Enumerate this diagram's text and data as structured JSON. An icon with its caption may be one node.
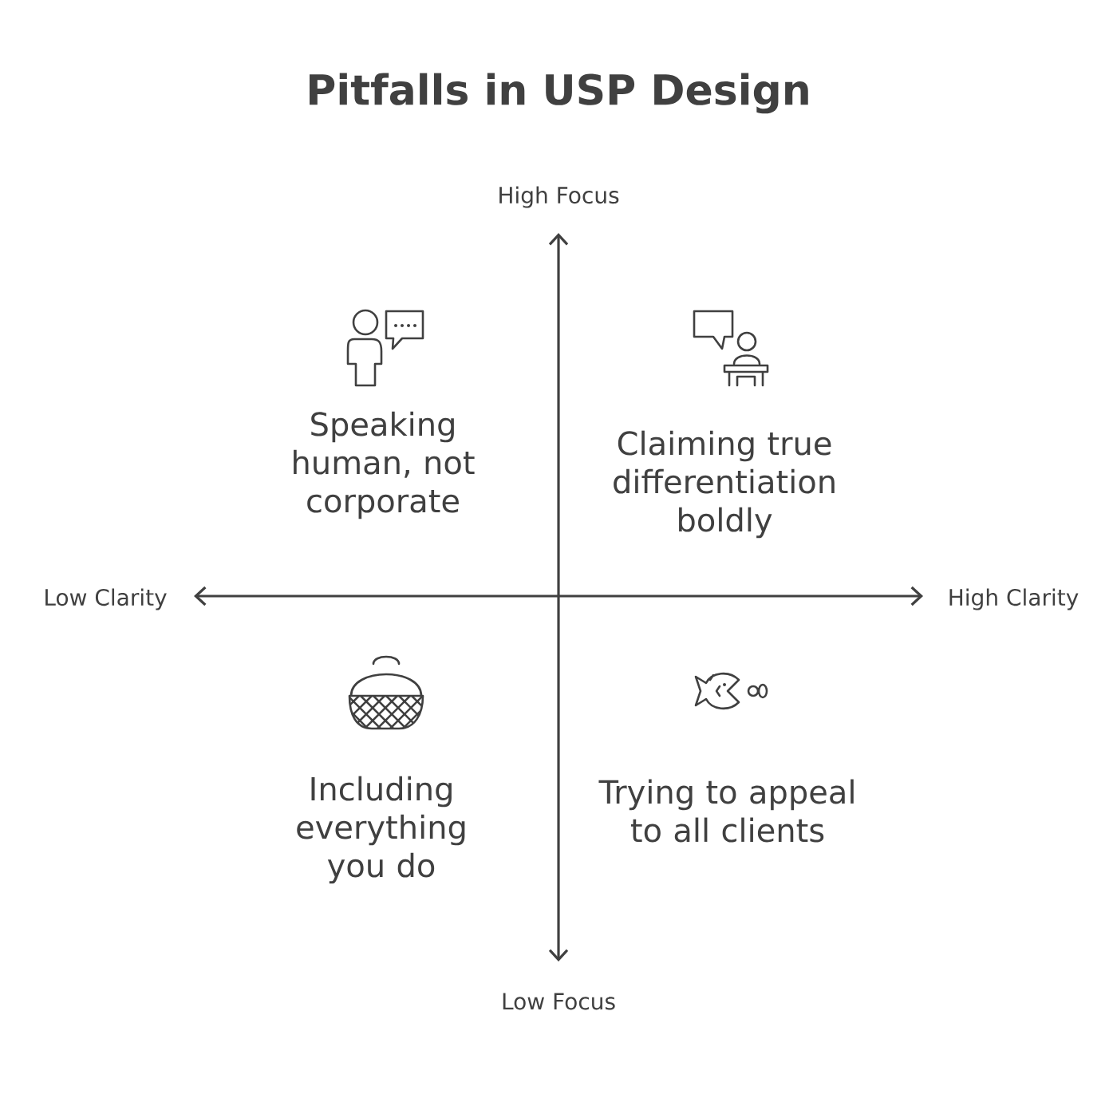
{
  "diagram": {
    "title": "Pitfalls in USP Design",
    "labels": [
      "High Focus",
      "Speaking human, not corporate",
      "Claiming true differentiation boldly",
      "Low Clarity",
      "High Clarity",
      "Including everything you do",
      "Trying to appeal to all clients",
      "Low Focus"
    ]
  }
}
